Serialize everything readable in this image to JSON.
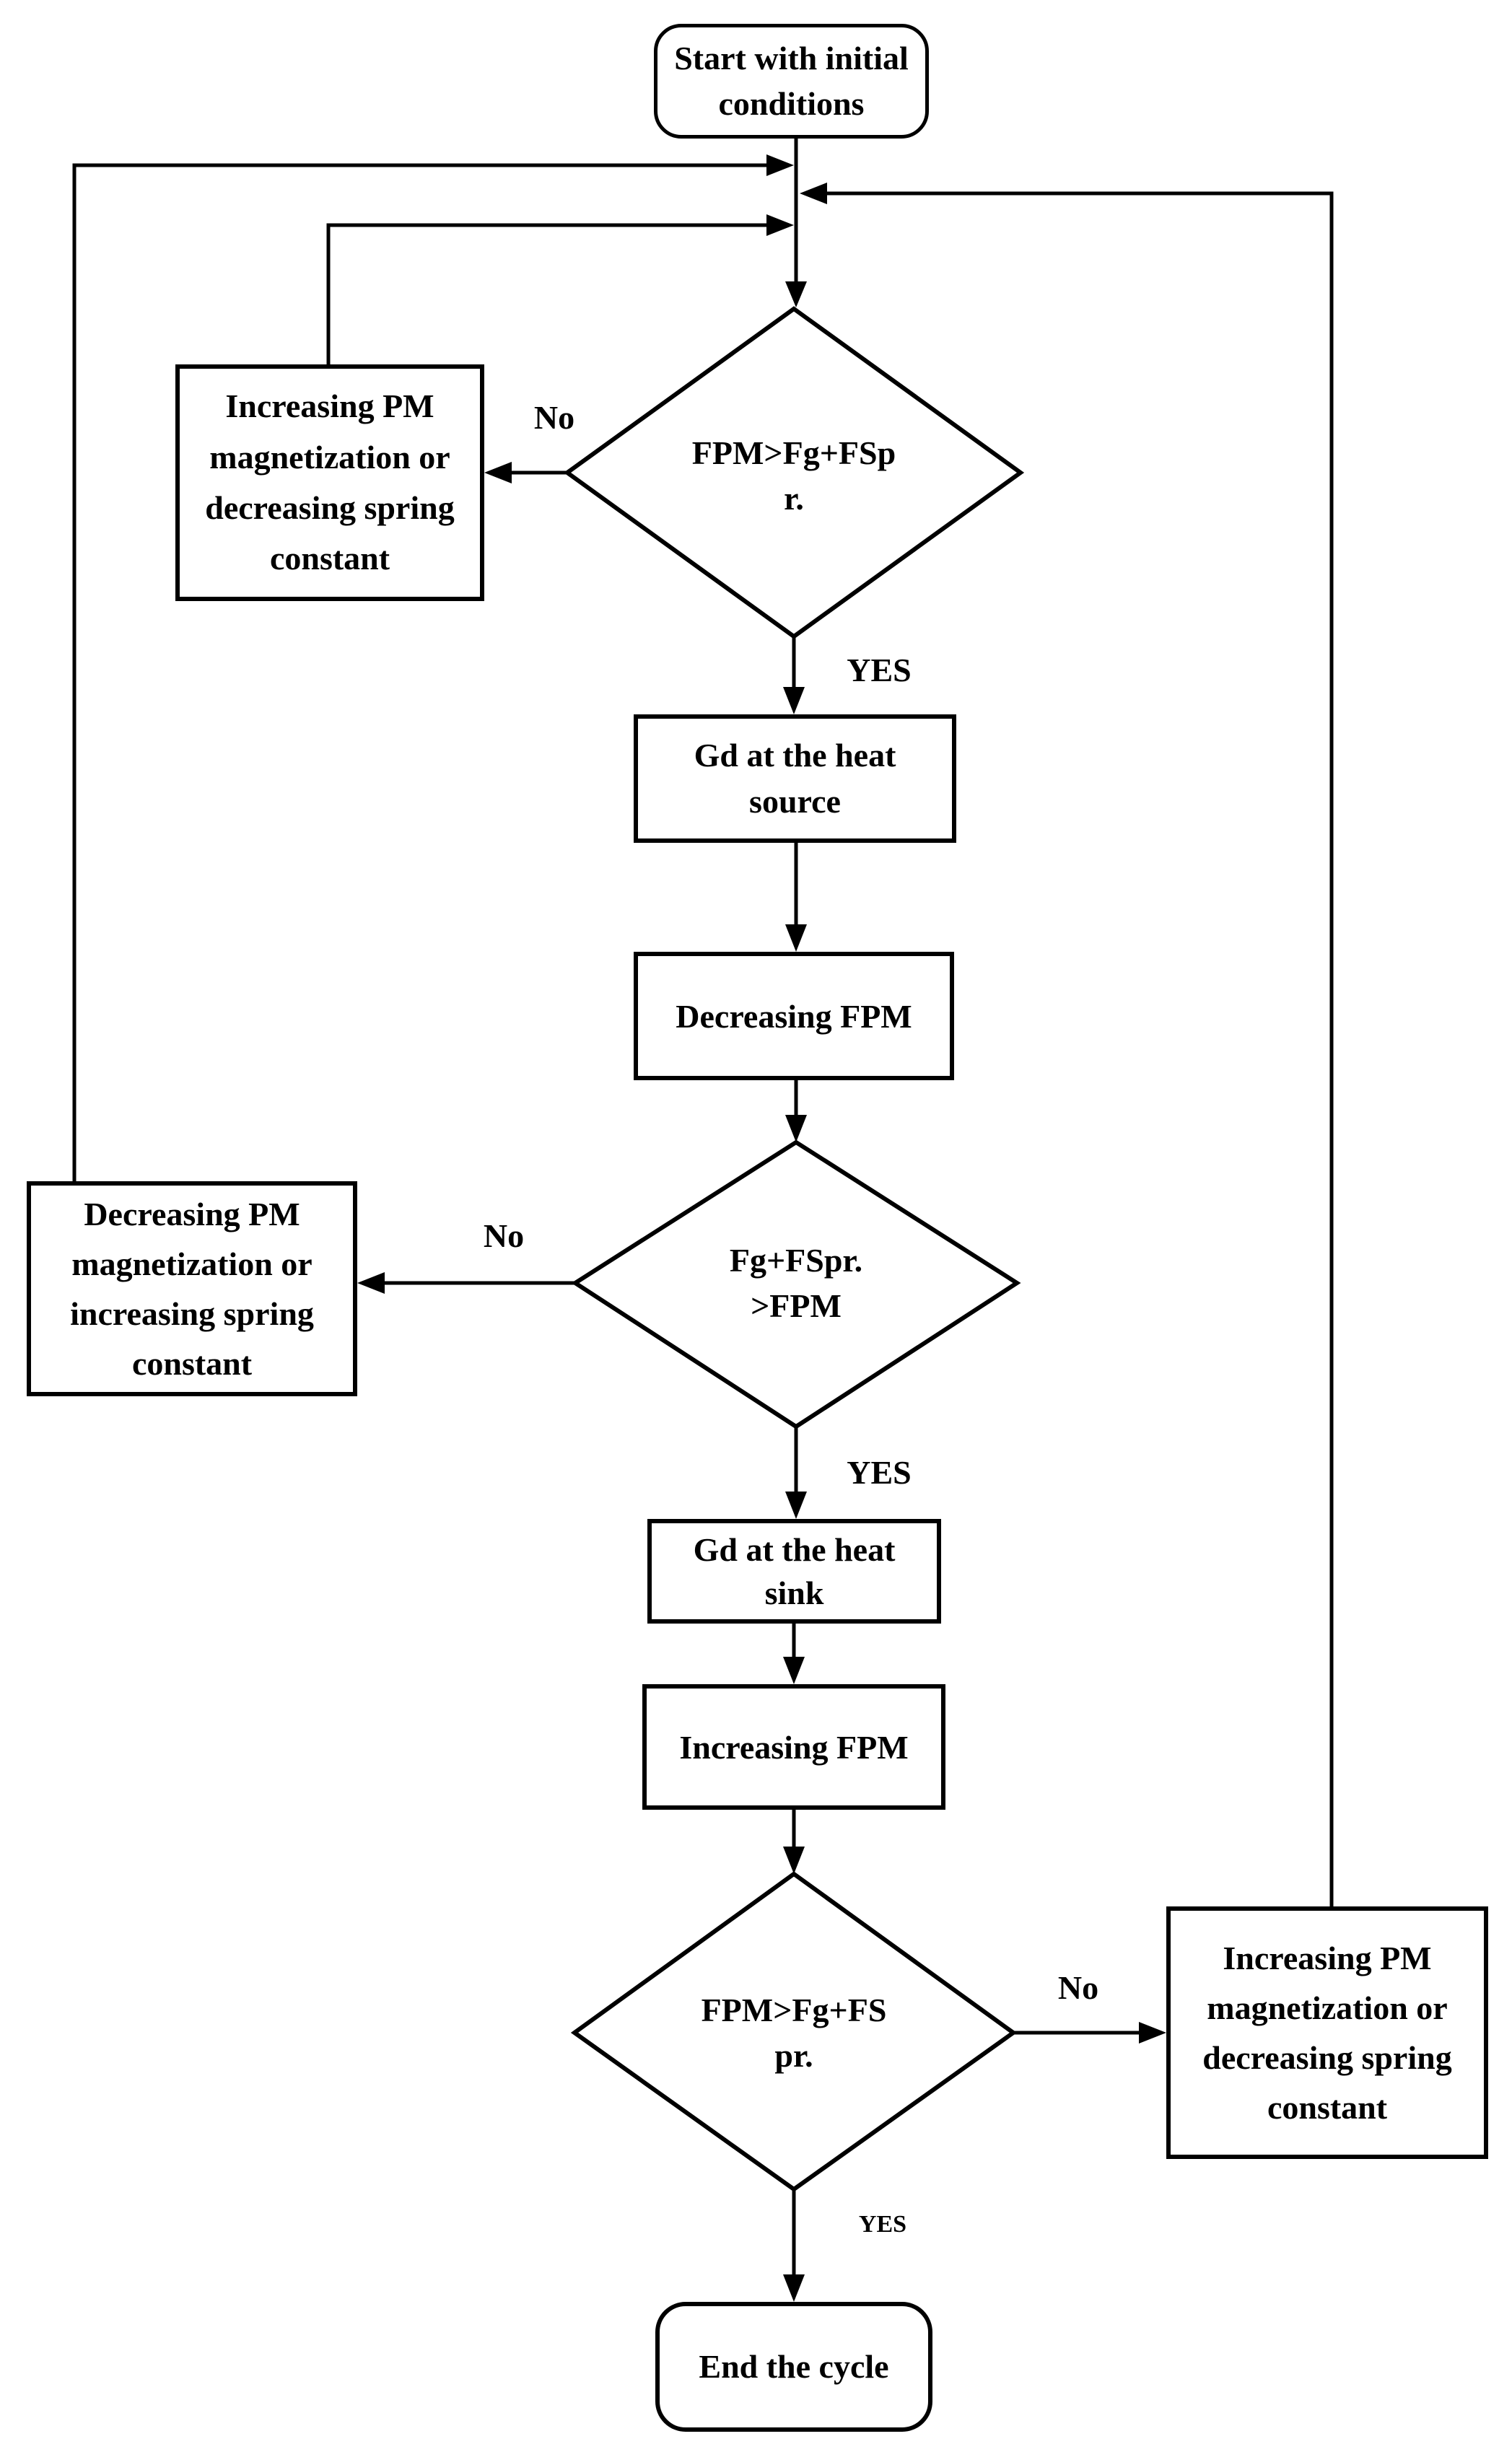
{
  "page": {
    "background": "#ffffff",
    "ink": "#000000"
  },
  "flowchart": {
    "start": {
      "label": "Start with initial conditions"
    },
    "decision1": {
      "line1": "FPM>Fg+FSp",
      "line2": "r.",
      "yes_label": "YES",
      "no_label": "No"
    },
    "action_no1": {
      "label": "Increasing PM magnetization or decreasing spring constant"
    },
    "process_heat_source": {
      "label": "Gd at the heat source"
    },
    "process_decreasing_fpm": {
      "label": "Decreasing FPM"
    },
    "decision2": {
      "line1": "Fg+FSpr.",
      "line2": ">FPM",
      "yes_label": "YES",
      "no_label": "No"
    },
    "action_no2": {
      "label": "Decreasing PM magnetization or increasing spring constant"
    },
    "process_heat_sink": {
      "label": "Gd at the heat sink"
    },
    "process_increasing_fpm": {
      "label": "Increasing FPM"
    },
    "decision3": {
      "line1": "FPM>Fg+FS",
      "line2": "pr.",
      "yes_label": "YES",
      "no_label": "No"
    },
    "action_no3": {
      "label": "Increasing PM magnetization or decreasing spring constant"
    },
    "end": {
      "label": "End the cycle"
    }
  }
}
